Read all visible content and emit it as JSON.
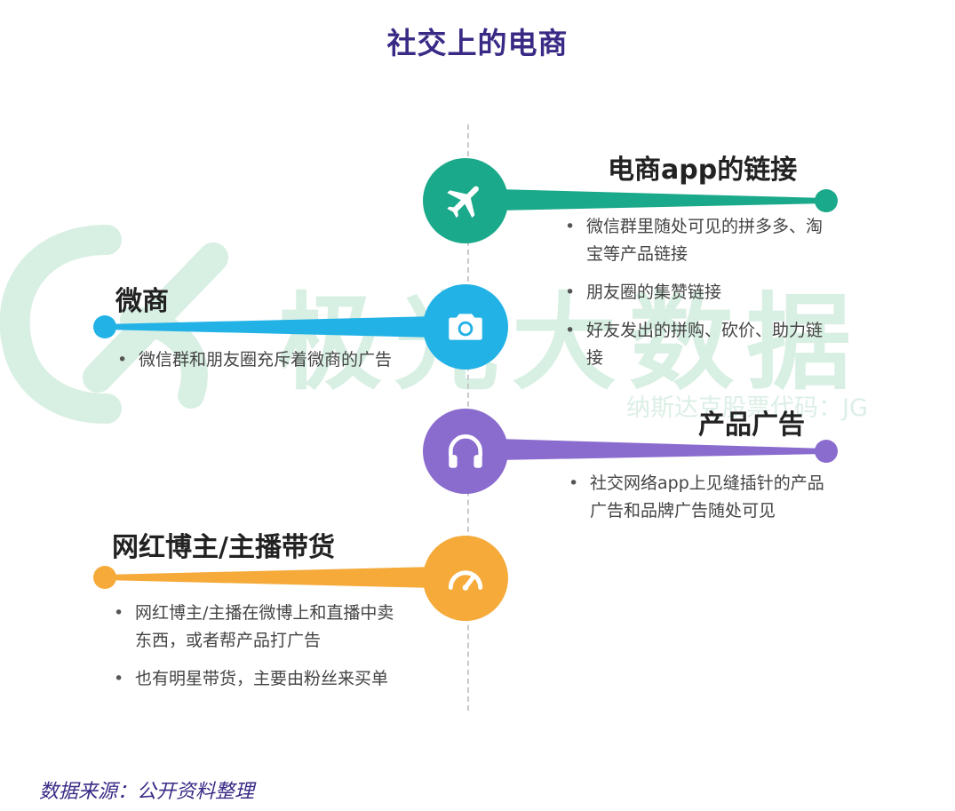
{
  "title": "社交上的电商",
  "watermark": {
    "brand": "极光大数据",
    "ticker": "纳斯达克股票代码：JG"
  },
  "items": [
    {
      "heading": "电商app的链接",
      "icon": "airplane-icon",
      "color": "#1aa98a",
      "bullets": [
        "微信群里随处可见的拼多多、淘宝等产品链接",
        "朋友圈的集赞链接",
        "好友发出的拼购、砍价、助力链接"
      ]
    },
    {
      "heading": "微商",
      "icon": "camera-icon",
      "color": "#22b2e6",
      "bullets": [
        "微信群和朋友圈充斥着微商的广告"
      ]
    },
    {
      "heading": "产品广告",
      "icon": "headphones-icon",
      "color": "#8a6bce",
      "bullets": [
        "社交网络app上见缝插针的产品广告和品牌广告随处可见"
      ]
    },
    {
      "heading": "网红博主/主播带货",
      "icon": "speedometer-icon",
      "color": "#f5aa3a",
      "bullets": [
        "网红博主/主播在微博上和直播中卖东西，或者帮产品打广告",
        "也有明星带货，主要由粉丝来买单"
      ]
    }
  ],
  "source": "数据来源：公开资料整理"
}
